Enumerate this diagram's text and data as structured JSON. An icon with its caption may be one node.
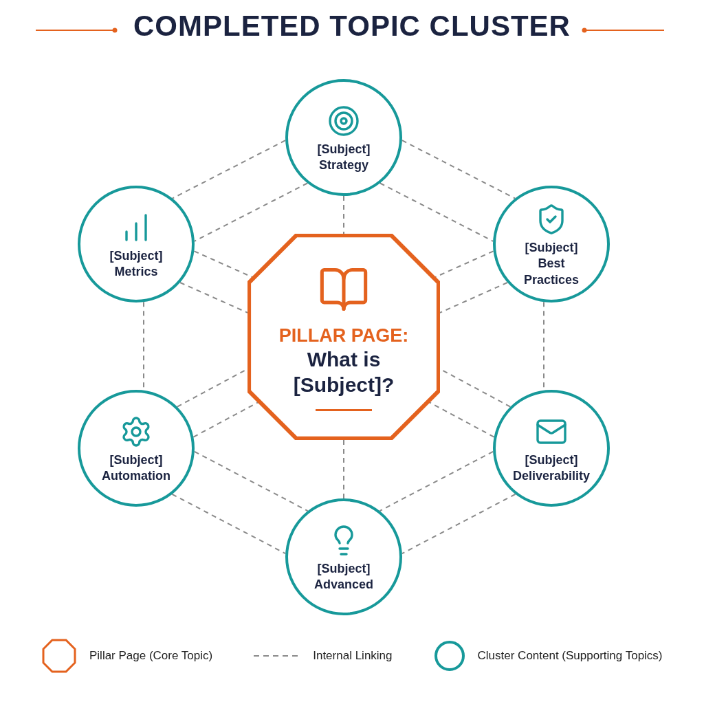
{
  "diagram": {
    "title": "COMPLETED TOPIC CLUSTER",
    "nodes": [
      {
        "text": [
          "PILLAR PAGE:",
          "What is [Subject]?"
        ]
      },
      {
        "text": [
          "[Subject] Strategy"
        ]
      },
      {
        "text": [
          "[Subject] Metrics"
        ]
      },
      {
        "text": [
          "[Subject] Best Practices"
        ]
      },
      {
        "text": [
          "[Subject] Automation"
        ]
      },
      {
        "text": [
          "[Subject] Deliverability"
        ]
      },
      {
        "text": [
          "[Subject] Advanced"
        ]
      }
    ],
    "edges": [
      {
        "from": 1,
        "to": 2,
        "arrow": "none",
        "style": "dashed"
      },
      {
        "from": 1,
        "to": 2,
        "arrow": "none",
        "style": "dashed"
      },
      {
        "from": 1,
        "to": 3,
        "arrow": "none",
        "style": "dashed"
      },
      {
        "from": 1,
        "to": 3,
        "arrow": "none",
        "style": "dashed"
      },
      {
        "from": 1,
        "to": 0,
        "arrow": "none",
        "style": "dashed"
      },
      {
        "from": 2,
        "to": 0,
        "arrow": "none",
        "style": "dashed"
      },
      {
        "from": 2,
        "to": 0,
        "arrow": "none",
        "style": "dashed"
      },
      {
        "from": 3,
        "to": 0,
        "arrow": "none",
        "style": "dashed"
      },
      {
        "from": 3,
        "to": 0,
        "arrow": "none",
        "style": "dashed"
      },
      {
        "from": 2,
        "to": 4,
        "arrow": "none",
        "style": "dashed"
      },
      {
        "from": 3,
        "to": 5,
        "arrow": "none",
        "style": "dashed"
      },
      {
        "from": 4,
        "to": 0,
        "arrow": "none",
        "style": "dashed"
      },
      {
        "from": 4,
        "to": 0,
        "arrow": "none",
        "style": "dashed"
      },
      {
        "from": 5,
        "to": 0,
        "arrow": "none",
        "style": "dashed"
      },
      {
        "from": 5,
        "to": 0,
        "arrow": "none",
        "style": "dashed"
      },
      {
        "from": 4,
        "to": 6,
        "arrow": "none",
        "style": "dashed"
      },
      {
        "from": 4,
        "to": 6,
        "arrow": "none",
        "style": "dashed"
      },
      {
        "from": 5,
        "to": 6,
        "arrow": "none",
        "style": "dashed"
      },
      {
        "from": 5,
        "to": 6,
        "arrow": "none",
        "style": "dashed"
      },
      {
        "from": 6,
        "to": 0,
        "arrow": "none",
        "style": "dashed"
      }
    ],
    "legend": [
      {
        "text": "Pillar Page (Core Topic)"
      },
      {
        "text": "Internal Linking"
      },
      {
        "text": "Cluster Content (Supporting Topics)"
      }
    ]
  }
}
